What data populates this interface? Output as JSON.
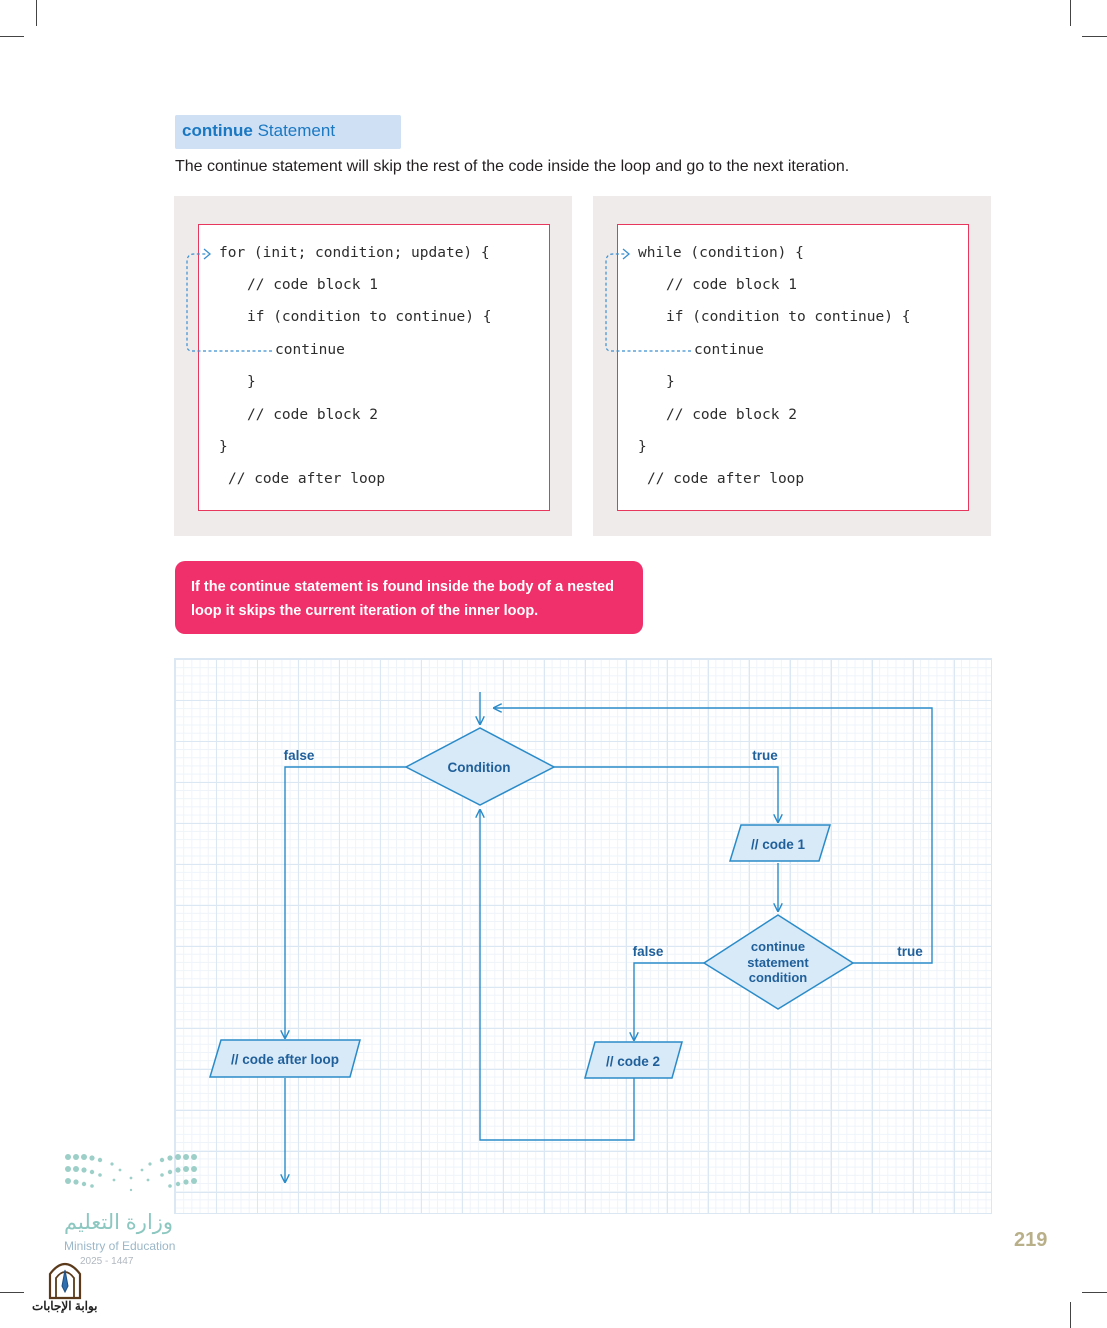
{
  "heading": {
    "keyword": "continue",
    "rest": " Statement"
  },
  "intro": "The continue statement will skip the rest of the code inside the loop and go to the next iteration.",
  "code_for": {
    "line1": "for (init; condition; update) {",
    "line2": "// code block 1",
    "line3": "if (condition to continue) {",
    "line4": "continue",
    "line5": "}",
    "line6": "// code block 2",
    "line7": "}",
    "line8": "// code after loop"
  },
  "code_while": {
    "line1": "while (condition) {",
    "line2": "// code block 1",
    "line3": "if (condition to continue) {",
    "line4": "continue",
    "line5": "}",
    "line6": "// code block 2",
    "line7": "}",
    "line8": "// code after loop"
  },
  "note": "If the continue statement is found inside the body of a nested loop it skips the current iteration of the inner loop.",
  "flowchart": {
    "condition": "Condition",
    "true_label_1": "true",
    "false_label_1": "false",
    "code1": "// code 1",
    "continue_cond_line1": "continue",
    "continue_cond_line2": "statement",
    "continue_cond_line3": "condition",
    "true_label_2": "true",
    "false_label_2": "false",
    "code2": "// code 2",
    "after_loop": "// code after loop"
  },
  "footer": {
    "page_number": "219",
    "ministry_ar": "وزارة التعليم",
    "ministry_en": "Ministry of Education",
    "ministry_year": "2025 - 1447",
    "portal": "بوابة الإجابات"
  },
  "colors": {
    "accent_pink": "#f0306a",
    "frame_red": "#e8375d",
    "flow_blue": "#2a8bc9",
    "heading_blue": "#1a78c2"
  }
}
